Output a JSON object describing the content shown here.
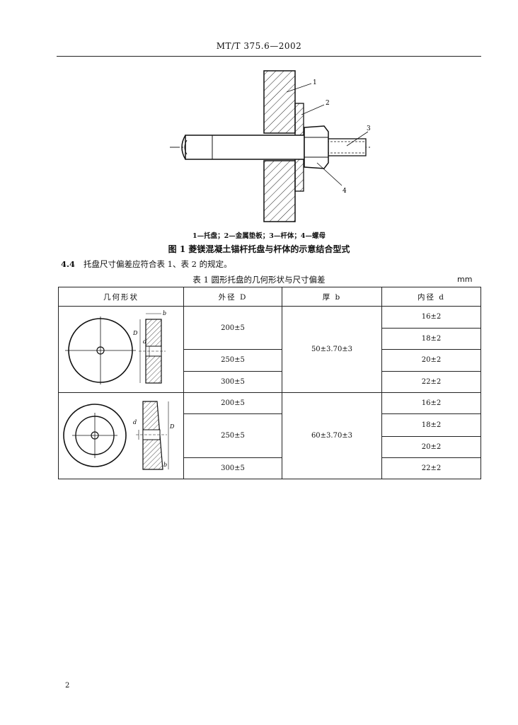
{
  "header": {
    "title": "MT/T 375.6—2002"
  },
  "figure": {
    "callouts": [
      "1",
      "2",
      "3",
      "4"
    ],
    "legend": "1—托盘；2—金属垫板；3—杆体；4—螺母",
    "caption": "图 1  菱镁混凝土锚杆托盘与杆体的示意结合型式"
  },
  "clause": {
    "number": "4.4",
    "text": "托盘尺寸偏差应符合表 1、表 2 的规定。"
  },
  "table": {
    "title": "表 1  圆形托盘的几何形状与尺寸偏差",
    "unit": "mm",
    "headers": {
      "geometry": "几何形状",
      "outer": "外径 D",
      "thickness": "厚 b",
      "inner": "内径 d"
    },
    "groups": [
      {
        "thickness": "50±3.70±3",
        "rows": [
          {
            "outer": "200±5",
            "inner": [
              "16±2",
              "18±2"
            ]
          },
          {
            "outer": "250±5",
            "inner": [
              "20±2"
            ]
          },
          {
            "outer": "300±5",
            "inner": [
              "22±2"
            ]
          }
        ]
      },
      {
        "thickness": "60±3.70±3",
        "rows": [
          {
            "outer": "200±5",
            "inner": [
              "16±2"
            ]
          },
          {
            "outer": "250±5",
            "inner": [
              "18±2",
              "20±2"
            ]
          },
          {
            "outer": "300±5",
            "inner": [
              "22±2"
            ]
          }
        ]
      }
    ],
    "diagram_labels": {
      "D": "D",
      "d": "d",
      "b": "b"
    }
  },
  "page_number": "2"
}
